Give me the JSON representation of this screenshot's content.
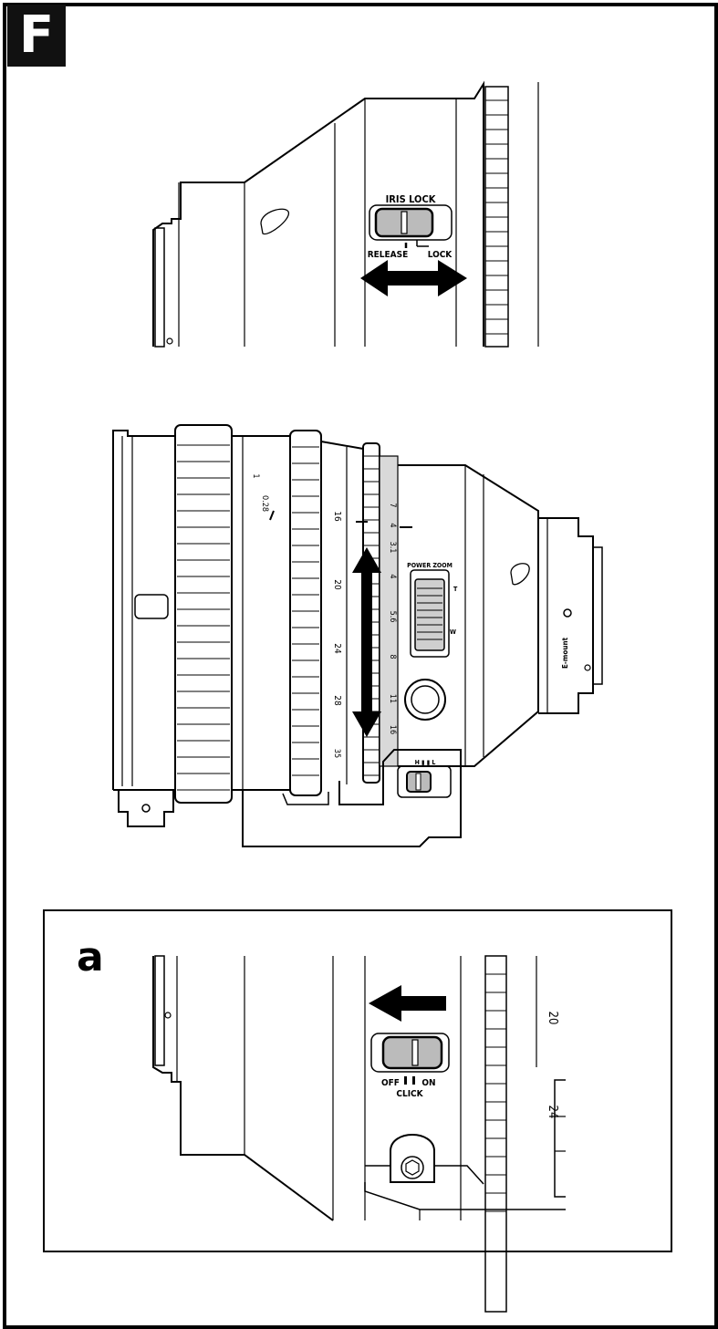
{
  "figure_badge": "F",
  "top_panel": {
    "switch_title": "IRIS LOCK",
    "left_label": "RELEASE",
    "right_label": "LOCK"
  },
  "main_lens": {
    "distance_marks": [
      "1",
      "0.28"
    ],
    "focal_marks": [
      "16",
      "20",
      "24",
      "28",
      "35"
    ],
    "iris_marks": [
      "7",
      "4",
      "3.1",
      "4",
      "5.6",
      "8",
      "11",
      "16"
    ],
    "power_zoom_title": "POWER ZOOM",
    "power_zoom_t": "T",
    "power_zoom_w": "W",
    "speed_switch_labels": "H ▮ ▮ L",
    "mount_label": "E-mount"
  },
  "detail_panel": {
    "label": "a",
    "switch_left": "OFF",
    "switch_right": "ON",
    "switch_name": "CLICK",
    "focal_marks": [
      "20",
      "24"
    ]
  }
}
